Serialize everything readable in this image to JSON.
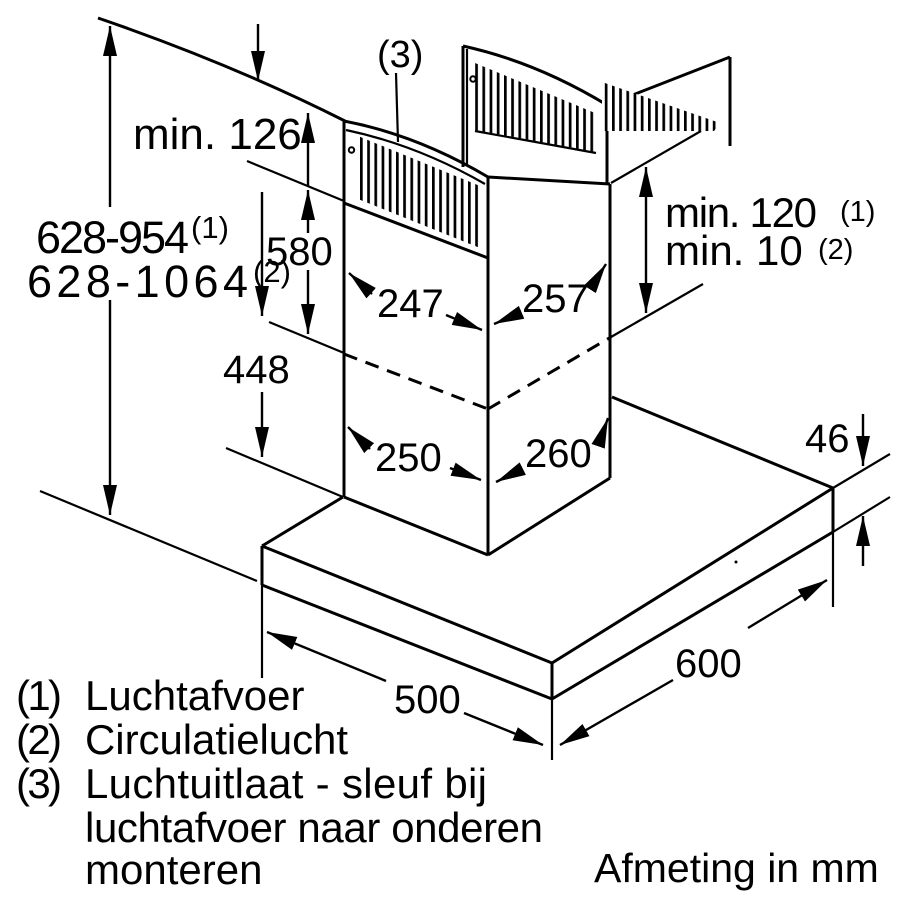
{
  "drawing": {
    "title_note": "Afmeting in mm",
    "callout_top": "(3)",
    "colors": {
      "line": "#000000",
      "background": "#ffffff"
    },
    "dims": {
      "ceiling_clearance": "min. 126",
      "total_height_1": {
        "main": "628-954",
        "sup": "(1)"
      },
      "total_height_2": {
        "main": "628-1064",
        "sup": "(2)"
      },
      "upper_chimney": "580",
      "lower_chimney": "448",
      "chimney_top_left_width": "247",
      "chimney_top_right_width": "257",
      "chimney_bottom_left_width": "250",
      "chimney_bottom_right_width": "260",
      "top_extension_1": {
        "main": "min. 120",
        "sup": "(1)"
      },
      "top_extension_2": {
        "main": "min. 10",
        "sup": "(2)"
      },
      "body_edge_thickness": "46",
      "body_depth": "500",
      "body_width": "600"
    },
    "legend": [
      {
        "num": "(1)",
        "text": "Luchtafvoer"
      },
      {
        "num": "(2)",
        "text": "Circulatielucht"
      },
      {
        "num": "(3)",
        "text": "Luchtuitlaat - sleuf bij"
      },
      {
        "num": "",
        "text": "luchtafvoer naar onderen"
      },
      {
        "num": "",
        "text": "monteren"
      }
    ]
  }
}
